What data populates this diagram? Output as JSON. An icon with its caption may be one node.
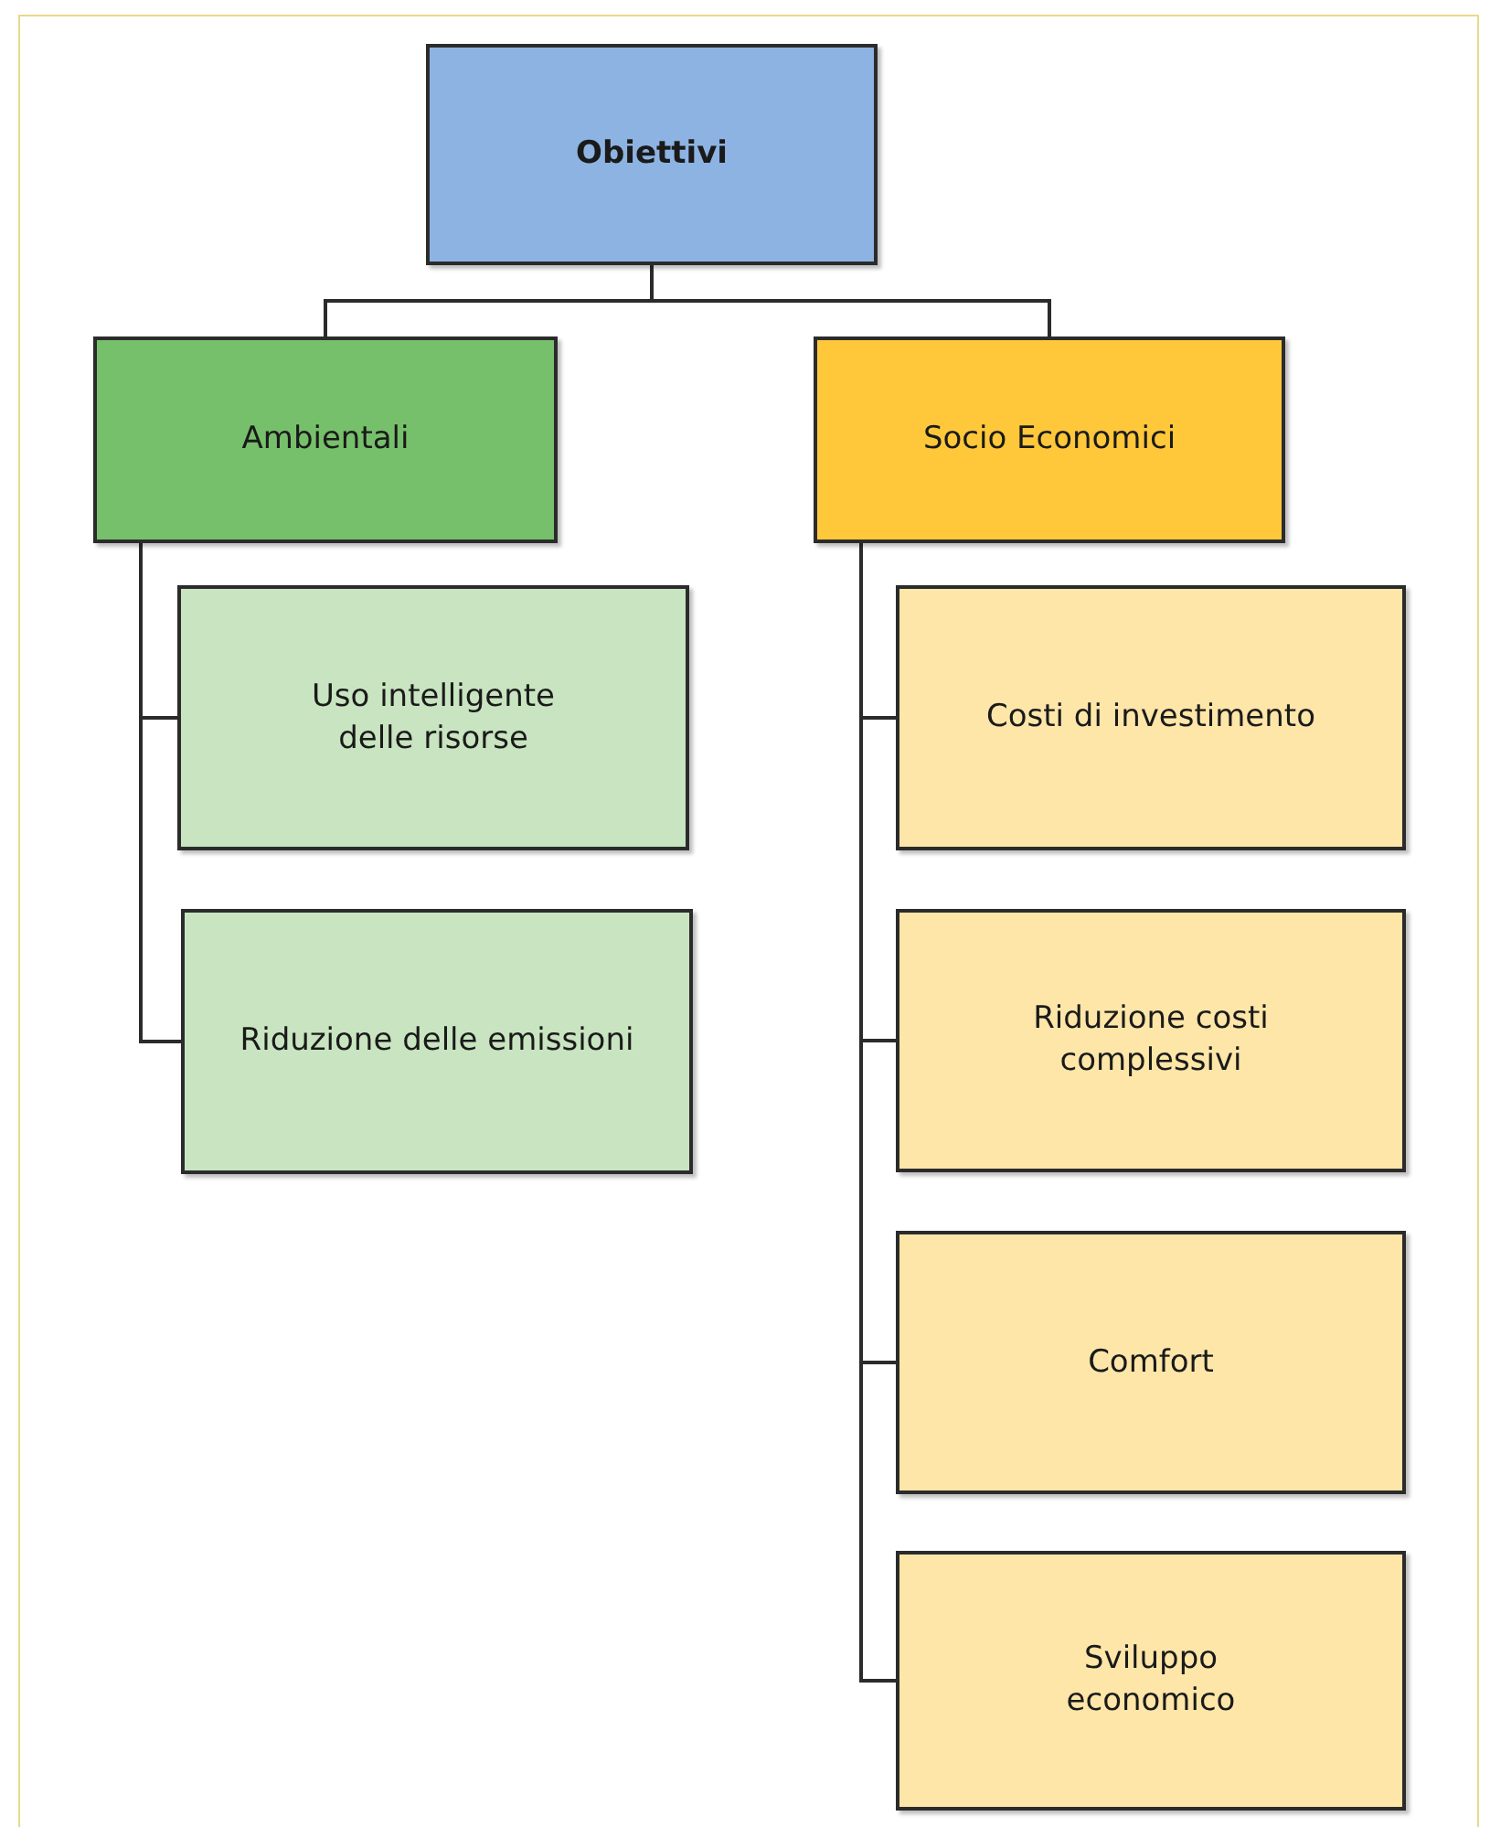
{
  "diagram": {
    "nodes": [
      {
        "text": [
          "Obiettivi"
        ]
      },
      {
        "text": [
          "Ambientali"
        ]
      },
      {
        "text": [
          "Socio Economici"
        ]
      },
      {
        "text": [
          "Uso intelligente delle risorse"
        ]
      },
      {
        "text": [
          "Riduzione delle emissioni"
        ]
      },
      {
        "text": [
          "Costi di investimento"
        ]
      },
      {
        "text": [
          "Riduzione costi complessivi"
        ]
      },
      {
        "text": [
          "Comfort"
        ]
      },
      {
        "text": [
          "Sviluppo economico"
        ]
      }
    ],
    "edges": [
      {
        "from": 0,
        "to": 1,
        "arrow": "none"
      },
      {
        "from": 0,
        "to": 2,
        "arrow": "none"
      },
      {
        "from": 1,
        "to": 3,
        "arrow": "none"
      },
      {
        "from": 1,
        "to": 4,
        "arrow": "none"
      },
      {
        "from": 2,
        "to": 5,
        "arrow": "none"
      },
      {
        "from": 2,
        "to": 6,
        "arrow": "none"
      },
      {
        "from": 2,
        "to": 7,
        "arrow": "none"
      },
      {
        "from": 2,
        "to": 8,
        "arrow": "none"
      }
    ]
  }
}
